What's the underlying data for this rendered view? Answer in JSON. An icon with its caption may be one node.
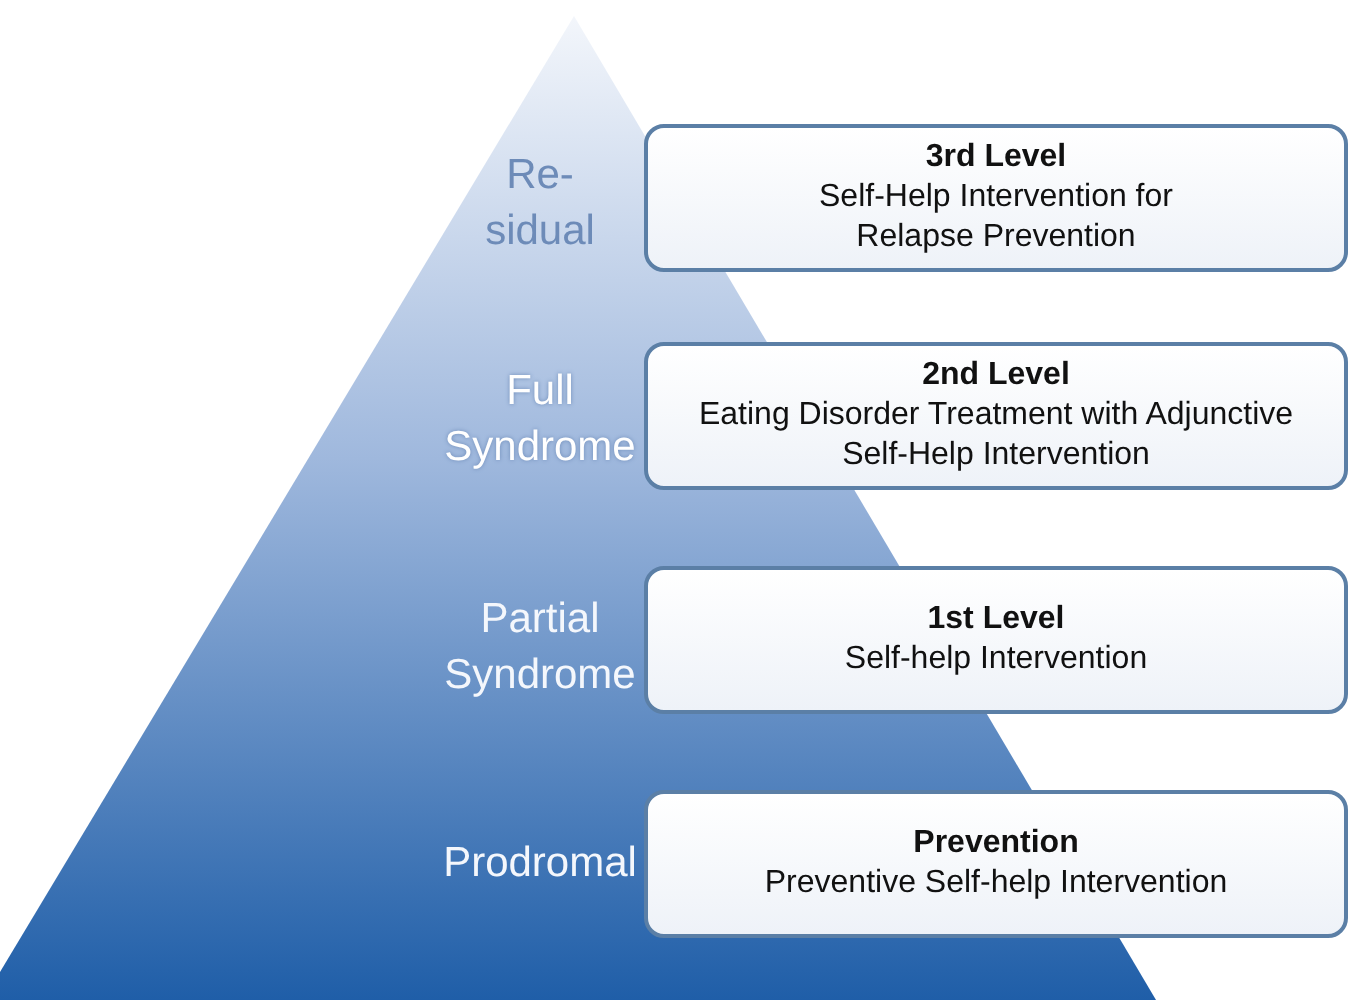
{
  "diagram": {
    "nodes": [
      {
        "text": [
          "3rd Level",
          "Self-Help Intervention for Relapse Prevention"
        ]
      },
      {
        "text": [
          "2nd Level",
          "Eating Disorder Treatment with Adjunctive Self-Help Intervention"
        ]
      },
      {
        "text": [
          "1st Level",
          "Self-help Intervention"
        ]
      },
      {
        "text": [
          "Prevention",
          "Preventive Self-help Intervention"
        ]
      }
    ],
    "labels": [
      "Re- sidual",
      "Full Syndrome",
      "Partial Syndrome",
      "Prodromal"
    ]
  }
}
